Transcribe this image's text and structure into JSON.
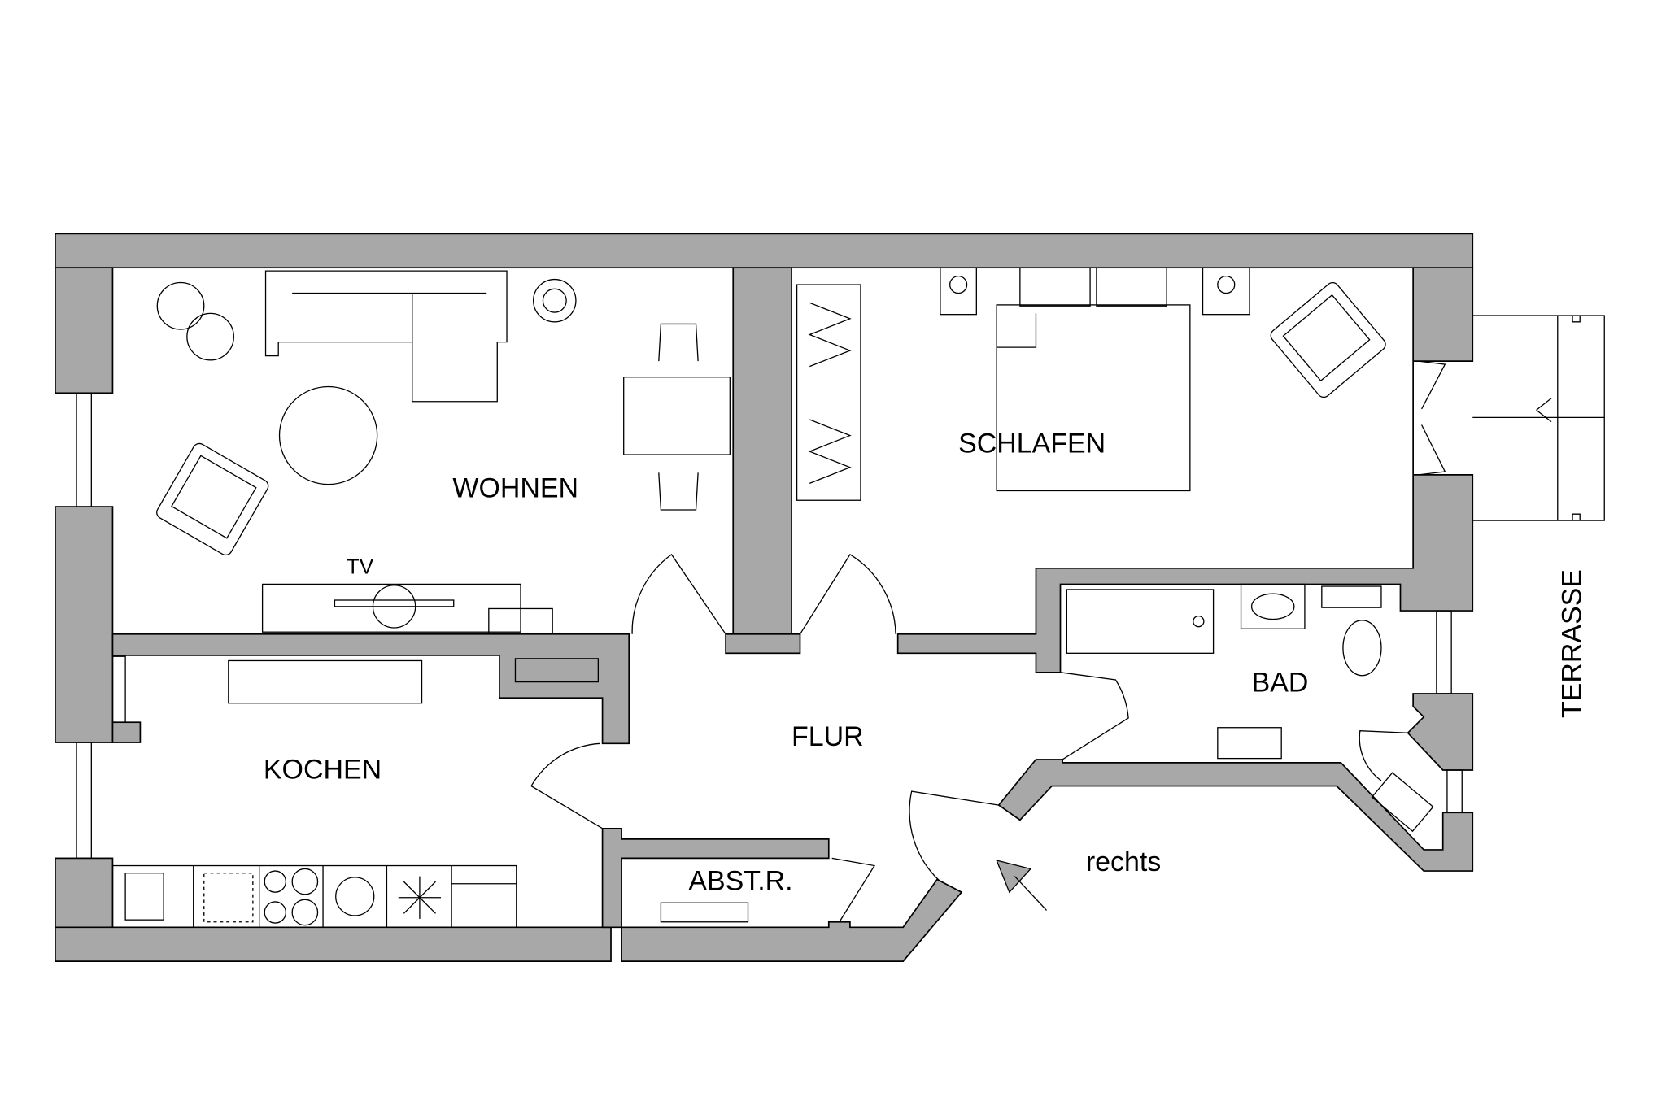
{
  "rooms": {
    "living": "WOHNEN",
    "bedroom": "SCHLAFEN",
    "kitchen": "KOCHEN",
    "hallway": "FLUR",
    "storage": "ABST.R.",
    "bathroom": "BAD",
    "terrace": "TERRASSE"
  },
  "tv_label": "TV",
  "entrance_label": "rechts",
  "colors": {
    "wall": "#a8a8a8",
    "line": "#000000"
  }
}
